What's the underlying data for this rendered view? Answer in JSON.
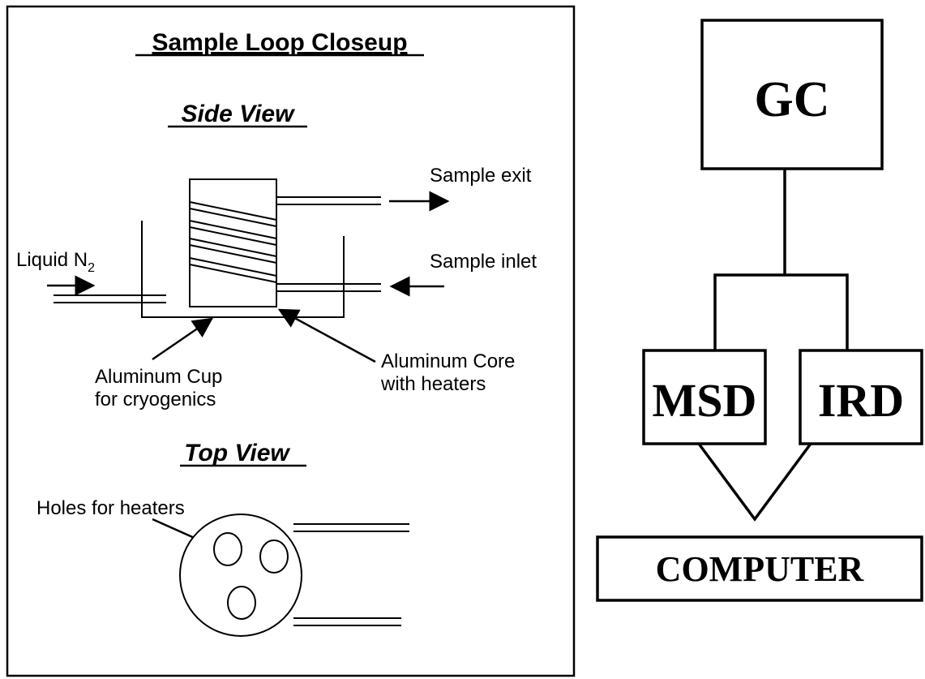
{
  "closeup": {
    "title": "Sample Loop Closeup",
    "side_view": {
      "heading": "Side View",
      "sample_exit": "Sample exit",
      "sample_inlet": "Sample inlet",
      "liquid_n2": "Liquid N",
      "liquid_n2_subscript": "2",
      "cup_label_line1": "Aluminum Cup",
      "cup_label_line2": "for cryogenics",
      "core_label_line1": "Aluminum Core",
      "core_label_line2": "with heaters"
    },
    "top_view": {
      "heading": "Top View",
      "holes_label": "Holes for heaters"
    }
  },
  "system": {
    "gc": "GC",
    "msd": "MSD",
    "ird": "IRD",
    "computer": "COMPUTER"
  }
}
